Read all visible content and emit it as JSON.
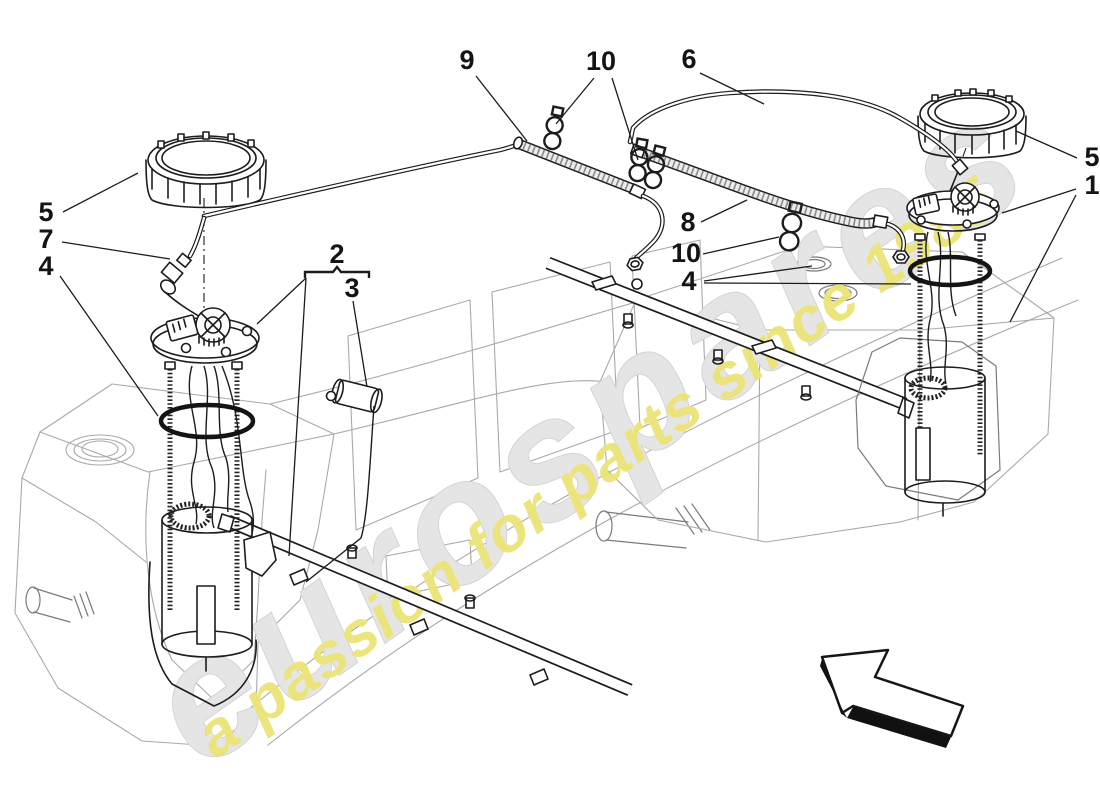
{
  "watermark": {
    "brand": "eurospares",
    "tagline": "a passion for parts since 1985",
    "brand_color": "#e5e5e5",
    "tagline_color": "#ece478"
  },
  "callouts": {
    "part1": "1",
    "part2": "2",
    "part3": "3",
    "part4_left": "4",
    "part4_mid": "4",
    "part5_left": "5",
    "part5_right": "5",
    "part6": "6",
    "part7": "7",
    "part8": "8",
    "part9": "9",
    "part10_top": "10",
    "part10_mid": "10"
  },
  "colors": {
    "background": "#ffffff",
    "line_dark": "#1c1c1c",
    "line_light": "#a9a9a9",
    "oring_stroke": "#141414"
  }
}
